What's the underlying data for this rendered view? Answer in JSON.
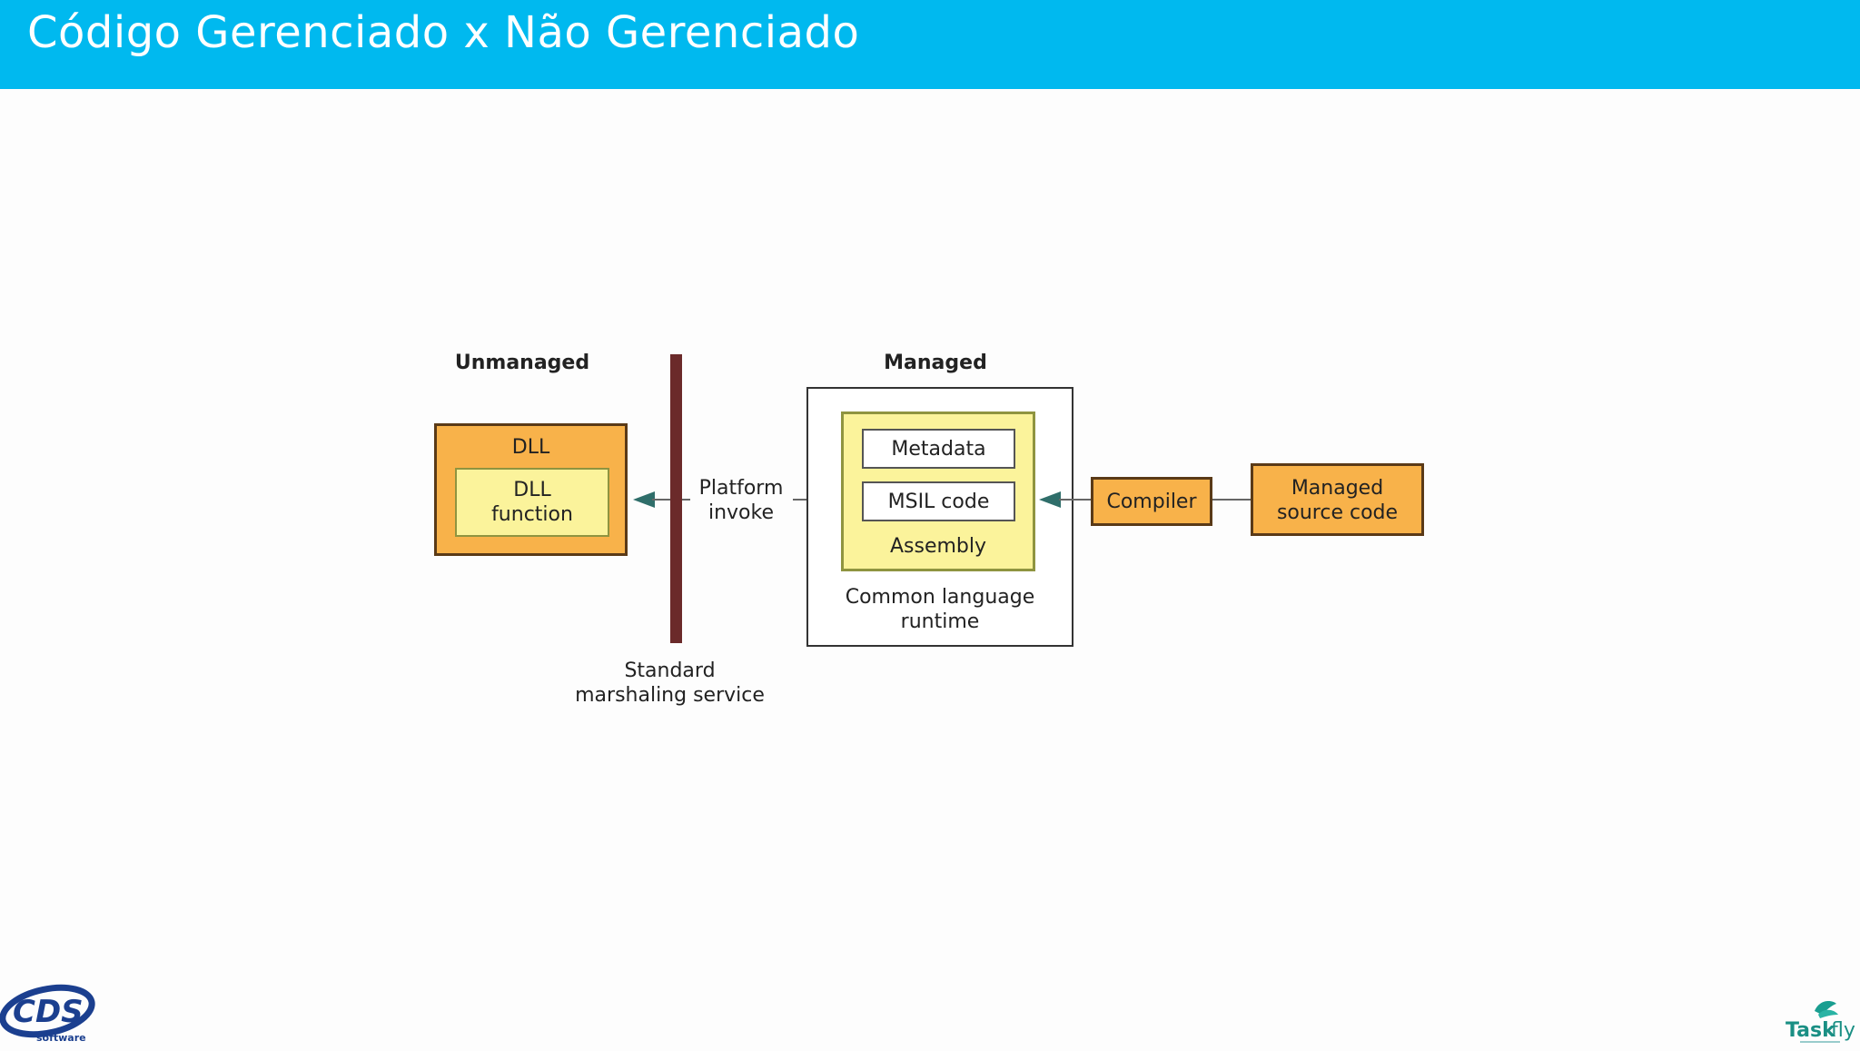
{
  "slide": {
    "title": "Código Gerenciado x Não Gerenciado"
  },
  "diagram": {
    "unmanaged_heading": "Unmanaged",
    "managed_heading": "Managed",
    "dll_label": "DLL",
    "dll_function_line1": "DLL",
    "dll_function_line2": "function",
    "platform_invoke_line1": "Platform",
    "platform_invoke_line2": "invoke",
    "marshaling_line1": "Standard",
    "marshaling_line2": "marshaling service",
    "metadata_label": "Metadata",
    "msil_label": "MSIL code",
    "assembly_label": "Assembly",
    "clr_line1": "Common language",
    "clr_line2": "runtime",
    "compiler_label": "Compiler",
    "source_line1": "Managed",
    "source_line2": "source code",
    "colors": {
      "orange_box": "#f8b24a",
      "yellow_box": "#fbf39b",
      "barrier": "#6b2a2a",
      "arrow": "#2f6e6a"
    }
  },
  "footer": {
    "left_logo_text": "CDS",
    "left_logo_subtext": "software",
    "right_logo_text": "Taskfly"
  },
  "colors": {
    "header_background": "#00b9ef",
    "page_background": "#fdfdfd"
  }
}
